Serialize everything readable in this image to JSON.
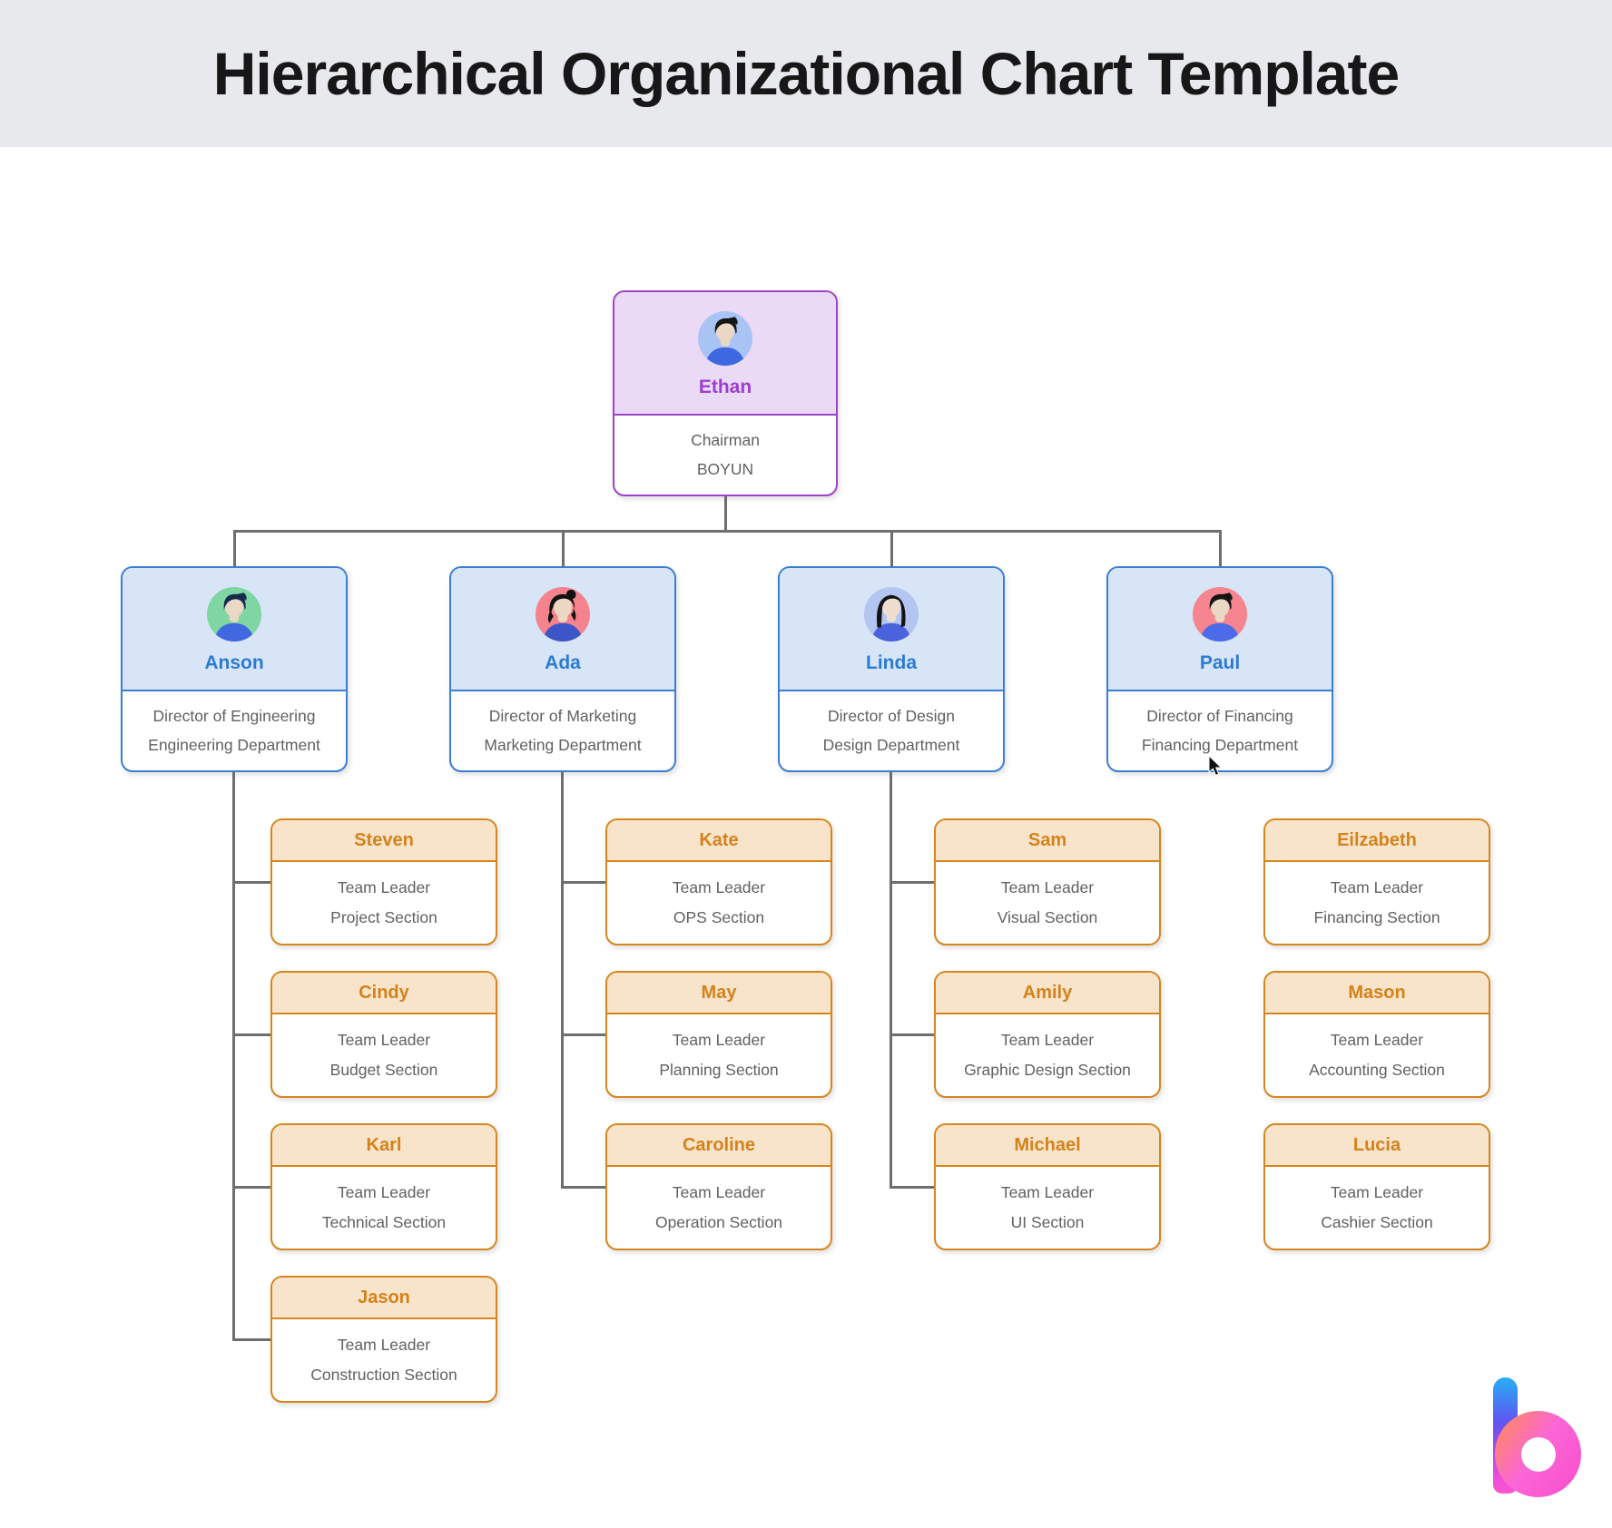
{
  "title": "Hierarchical Organizational Chart Template",
  "theme": {
    "band_bg": "#E8E9ED",
    "title_color": "#171717",
    "connector_color": "#6E6E6E",
    "body_text_color": "#616161",
    "level1": {
      "border": "#9D44C8",
      "header_bg": "#EBDAF5",
      "name_color": "#9A3FD0"
    },
    "level2": {
      "border": "#3A7FD2",
      "header_bg": "#D7E5F7",
      "name_color": "#2B7BD3"
    },
    "level3": {
      "border": "#D6861F",
      "header_bg": "#F7E4CA",
      "name_color": "#D4821B"
    }
  },
  "org": {
    "root": {
      "name": "Ethan",
      "line1": "Chairman",
      "line2": "BOYUN",
      "avatar": {
        "style": "male",
        "bg": "#A9C4F4",
        "shirt": "#3E68E0",
        "hair": "#141414",
        "skin": "#EAD7C4"
      }
    },
    "directors": [
      {
        "name": "Anson",
        "line1": "Director of Engineering",
        "line2": "Engineering Department",
        "avatar": {
          "style": "male",
          "bg": "#7FD6A2",
          "shirt": "#4168E0",
          "hair": "#17294E",
          "skin": "#EAD7C4"
        },
        "children_connected": true,
        "team_leaders": [
          {
            "name": "Steven",
            "line1": "Team Leader",
            "line2": "Project Section"
          },
          {
            "name": "Cindy",
            "line1": "Team Leader",
            "line2": "Budget Section"
          },
          {
            "name": "Karl",
            "line1": "Team Leader",
            "line2": "Technical Section"
          },
          {
            "name": "Jason",
            "line1": "Team Leader",
            "line2": "Construction Section"
          }
        ]
      },
      {
        "name": "Ada",
        "line1": "Director of Marketing",
        "line2": "Marketing Department",
        "avatar": {
          "style": "bun",
          "bg": "#F5838D",
          "shirt": "#3C55C8",
          "hair": "#121212",
          "skin": "#EAD7C4"
        },
        "children_connected": true,
        "team_leaders": [
          {
            "name": "Kate",
            "line1": "Team Leader",
            "line2": "OPS Section"
          },
          {
            "name": "May",
            "line1": "Team Leader",
            "line2": "Planning Section"
          },
          {
            "name": "Caroline",
            "line1": "Team Leader",
            "line2": "Operation Section"
          }
        ]
      },
      {
        "name": "Linda",
        "line1": "Director of Design",
        "line2": "Design Department",
        "avatar": {
          "style": "long",
          "bg": "#B3C5F1",
          "shirt": "#4A63DC",
          "hair": "#131313",
          "skin": "#EFDDD0"
        },
        "children_connected": true,
        "team_leaders": [
          {
            "name": "Sam",
            "line1": "Team Leader",
            "line2": "Visual Section"
          },
          {
            "name": "Amily",
            "line1": "Team Leader",
            "line2": "Graphic Design Section"
          },
          {
            "name": "Michael",
            "line1": "Team Leader",
            "line2": "UI Section"
          }
        ]
      },
      {
        "name": "Paul",
        "line1": "Director of Financing",
        "line2": "Financing Department",
        "avatar": {
          "style": "male",
          "bg": "#F5858F",
          "shirt": "#4B6BE8",
          "hair": "#131313",
          "skin": "#EAD7C4"
        },
        "children_connected": false,
        "team_leaders": [
          {
            "name": "Eilzabeth",
            "line1": "Team Leader",
            "line2": "Financing Section"
          },
          {
            "name": "Mason",
            "line1": "Team Leader",
            "line2": "Accounting Section"
          },
          {
            "name": "Lucia",
            "line1": "Team Leader",
            "line2": "Cashier Section"
          }
        ]
      }
    ]
  },
  "logo": {
    "name": "boyun-b-logo"
  }
}
